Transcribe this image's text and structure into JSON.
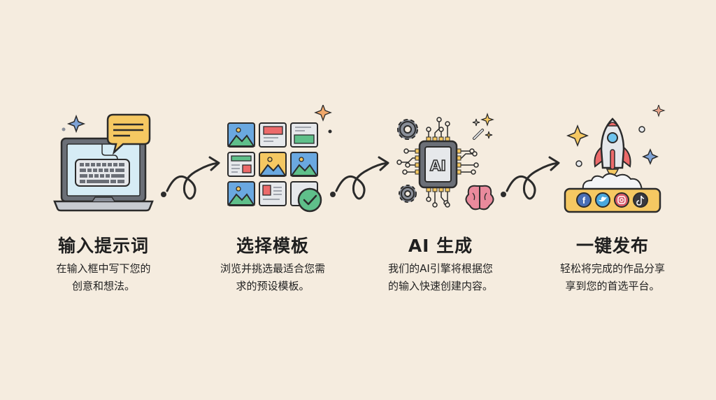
{
  "colors": {
    "background": "#f5ecdf",
    "outline": "#2b2b2b",
    "yellow": "#f5c862",
    "blue": "#6aa8e0",
    "green": "#5fbf8a",
    "red": "#ec6a6a",
    "gray": "#8a8f99",
    "light_gray": "#e6e8eb",
    "pink": "#e98a9c",
    "screen_blue": "#d6ecf5"
  },
  "steps": [
    {
      "icon": "laptop-chat-icon",
      "title": "输入提示词",
      "desc_line1": "在输入框中写下您的",
      "desc_line2": "创意和想法。"
    },
    {
      "icon": "template-grid-icon",
      "title": "选择模板",
      "desc_line1": "浏览并挑选最适合您需",
      "desc_line2": "求的预设模板。"
    },
    {
      "icon": "ai-chip-icon",
      "title": "AI 生成",
      "chip_label": "AI",
      "desc_line1": "我们的AI引擎将根据您",
      "desc_line2": "的输入快速创建内容。"
    },
    {
      "icon": "rocket-launch-icon",
      "title": "一键发布",
      "desc_line1": "轻松将完成的作品分享",
      "desc_line2": "享到您的首选平台。",
      "social_icons": [
        "facebook-icon",
        "twitter-icon",
        "instagram-icon",
        "tiktok-icon"
      ]
    }
  ],
  "arrows": [
    "curly-arrow-icon",
    "curly-arrow-icon",
    "curly-arrow-icon"
  ]
}
